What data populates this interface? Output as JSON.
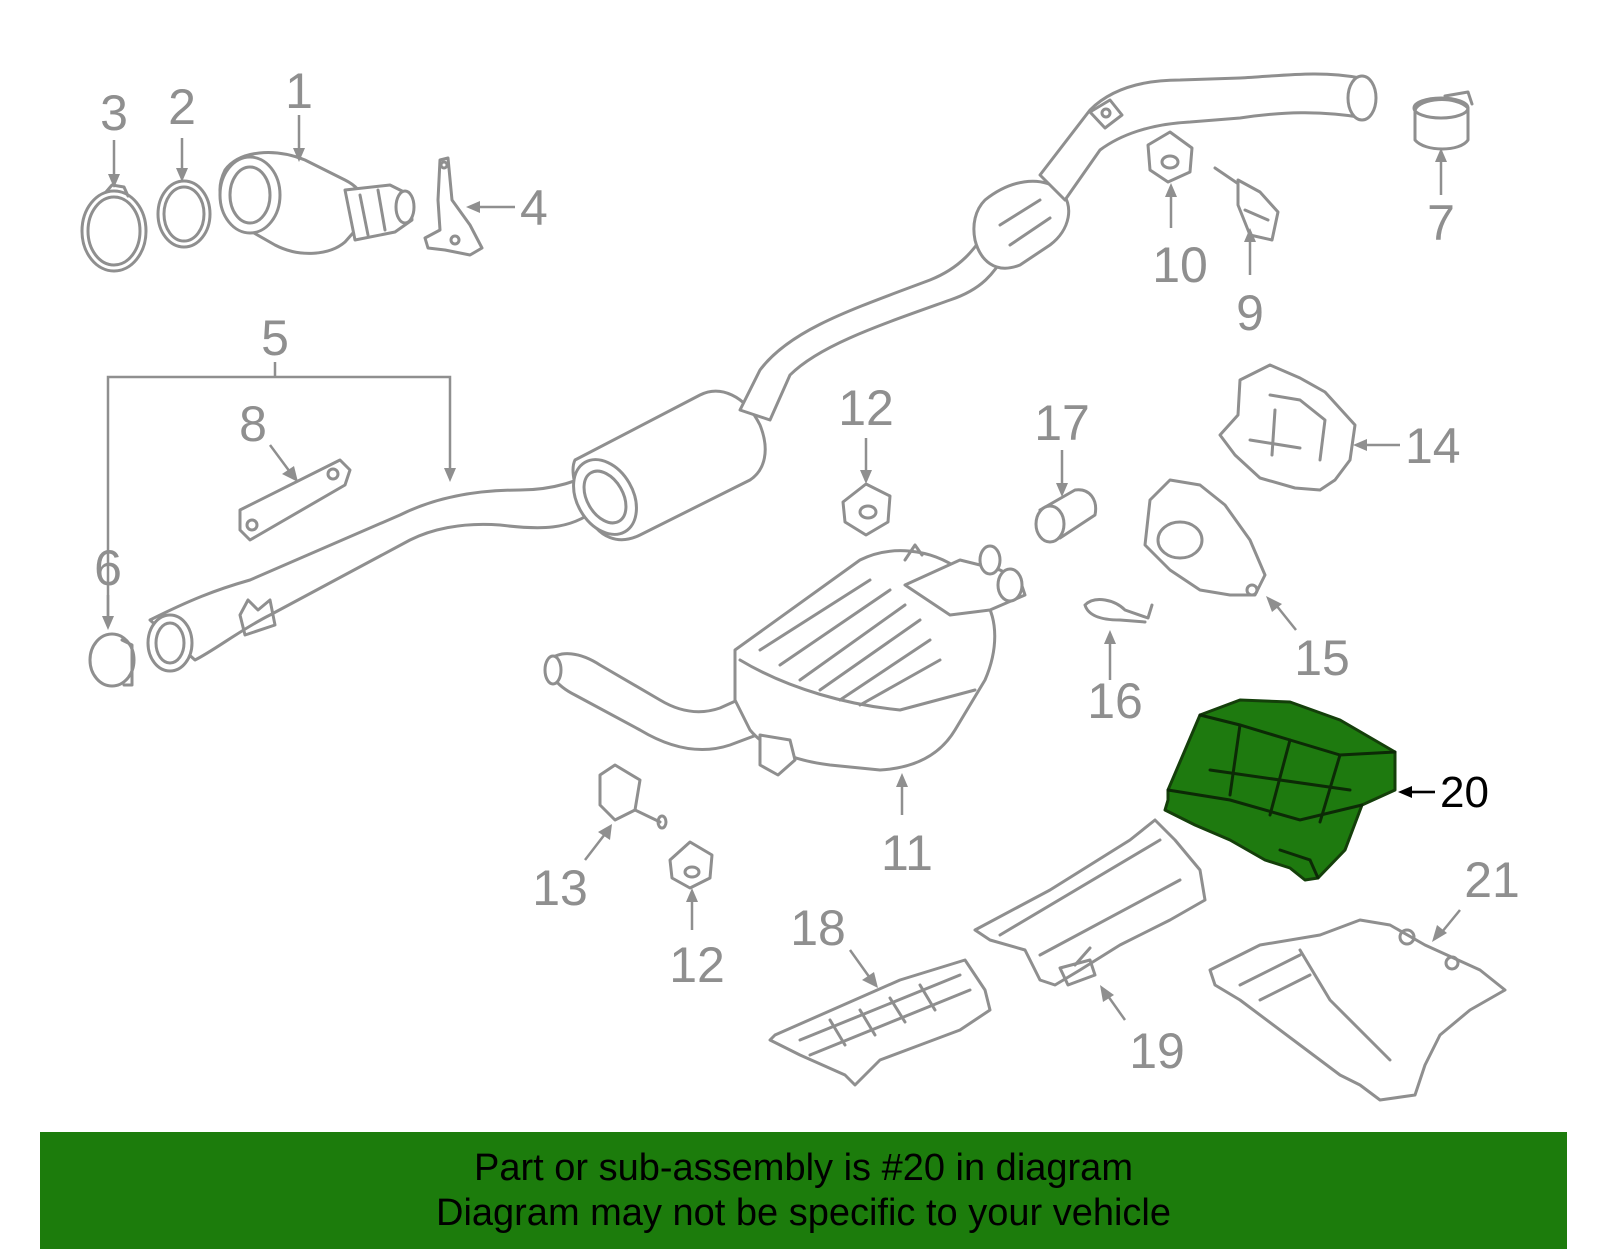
{
  "diagram": {
    "callouts": {
      "n1": "1",
      "n2": "2",
      "n3": "3",
      "n4": "4",
      "n5": "5",
      "n6": "6",
      "n7": "7",
      "n8": "8",
      "n9": "9",
      "n10": "10",
      "n11": "11",
      "n12a": "12",
      "n12b": "12",
      "n13": "13",
      "n14": "14",
      "n15": "15",
      "n16": "16",
      "n17": "17",
      "n18": "18",
      "n19": "19",
      "n20": "20",
      "n21": "21"
    },
    "highlighted_part": "20",
    "colors": {
      "highlight": "#1e7a0f",
      "line": "#8f8f8f",
      "banner": "#1c7c0c"
    }
  },
  "footer": {
    "line1": "Part or sub-assembly is #20 in diagram",
    "line2": "Diagram may not be specific to your vehicle"
  }
}
